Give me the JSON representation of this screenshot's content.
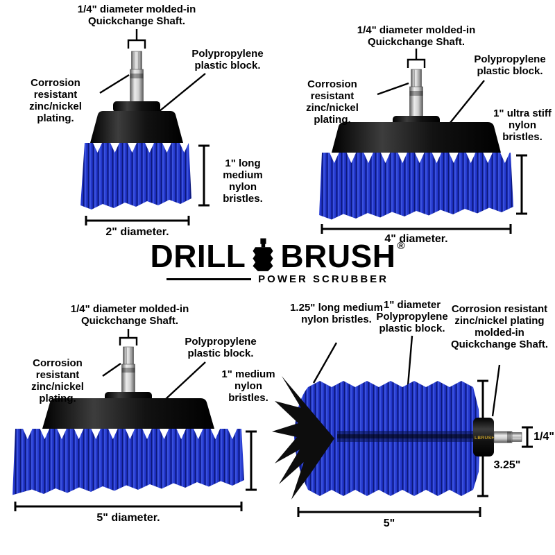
{
  "logo": {
    "word1": "DRILL",
    "word2": "BRUSH",
    "registered": "®",
    "tagline": "POWER SCRUBBER"
  },
  "brush_2in": {
    "shaft_label": "1/4\" diameter molded-in Quickchange Shaft.",
    "block_label": "Polypropylene plastic block.",
    "plating_label": "Corrosion resistant zinc/nickel plating.",
    "bristle_label": "1\" long medium nylon bristles.",
    "diameter_label": "2\" diameter."
  },
  "brush_4in": {
    "shaft_label": "1/4\" diameter molded-in Quickchange Shaft.",
    "block_label": "Polypropylene plastic block.",
    "plating_label": "Corrosion resistant zinc/nickel plating.",
    "bristle_label": "1\" ultra stiff nylon bristles.",
    "diameter_label": "4\" diameter."
  },
  "brush_5in": {
    "shaft_label": "1/4\" diameter molded-in Quickchange Shaft.",
    "block_label": "Polypropylene plastic block.",
    "plating_label": "Corrosion resistant zinc/nickel plating.",
    "bristle_label": "1\" medium nylon bristles.",
    "diameter_label": "5\" diameter."
  },
  "brush_cylinder": {
    "bristle_label": "1.25\" long medium nylon bristles.",
    "block_label": "1\" diameter Polypropylene plastic block.",
    "shaft_label": "Corrosion resistant zinc/nickel plating molded-in Quickchange Shaft.",
    "shaft_dim": "1/4\"",
    "height_dim": "3.25\"",
    "length_dim": "5\"",
    "hub_text": "LBRUSH"
  },
  "colors": {
    "bristle_blue": "#1f30c2",
    "block_black": "#141414",
    "metal_gray": "#c8c8c8",
    "hub_gold": "#c9a227",
    "annotation": "#000000"
  }
}
